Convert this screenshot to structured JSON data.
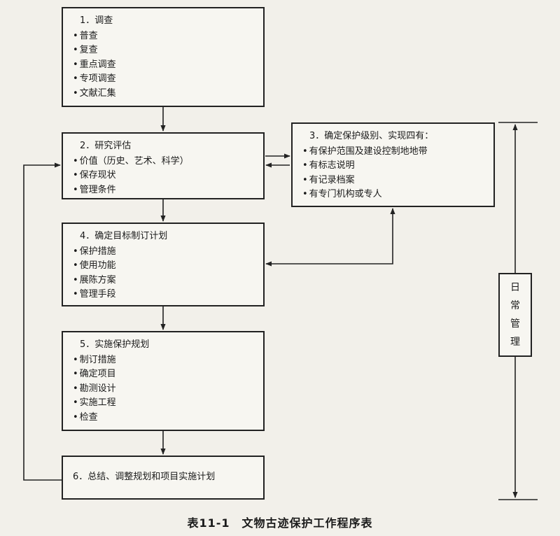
{
  "boxes": {
    "box1": {
      "heading": "1．调查",
      "items": [
        "普查",
        "复查",
        "重点调查",
        "专项调查",
        "文献汇集"
      ]
    },
    "box2": {
      "heading": "2．研究评估",
      "items": [
        "价值（历史、艺术、科学）",
        "保存现状",
        "管理条件"
      ]
    },
    "box3": {
      "heading": "3．确定保护级别、实现四有：",
      "items": [
        "有保护范围及建设控制地地带",
        "有标志说明",
        "有记录档案",
        "有专门机构或专人"
      ]
    },
    "box4": {
      "heading": "4．确定目标制订计划",
      "items": [
        "保护措施",
        "使用功能",
        "展陈方案",
        "管理手段"
      ]
    },
    "box5": {
      "heading": "5．实施保护规划",
      "items": [
        "制订措施",
        "确定项目",
        "勘测设计",
        "实施工程",
        "检查"
      ]
    },
    "box6": {
      "heading": "6．总结、调整规划和项目实施计划"
    }
  },
  "side": {
    "chars": [
      "日",
      "常",
      "管",
      "理"
    ]
  },
  "caption": "表11-1　文物古迹保护工作程序表"
}
